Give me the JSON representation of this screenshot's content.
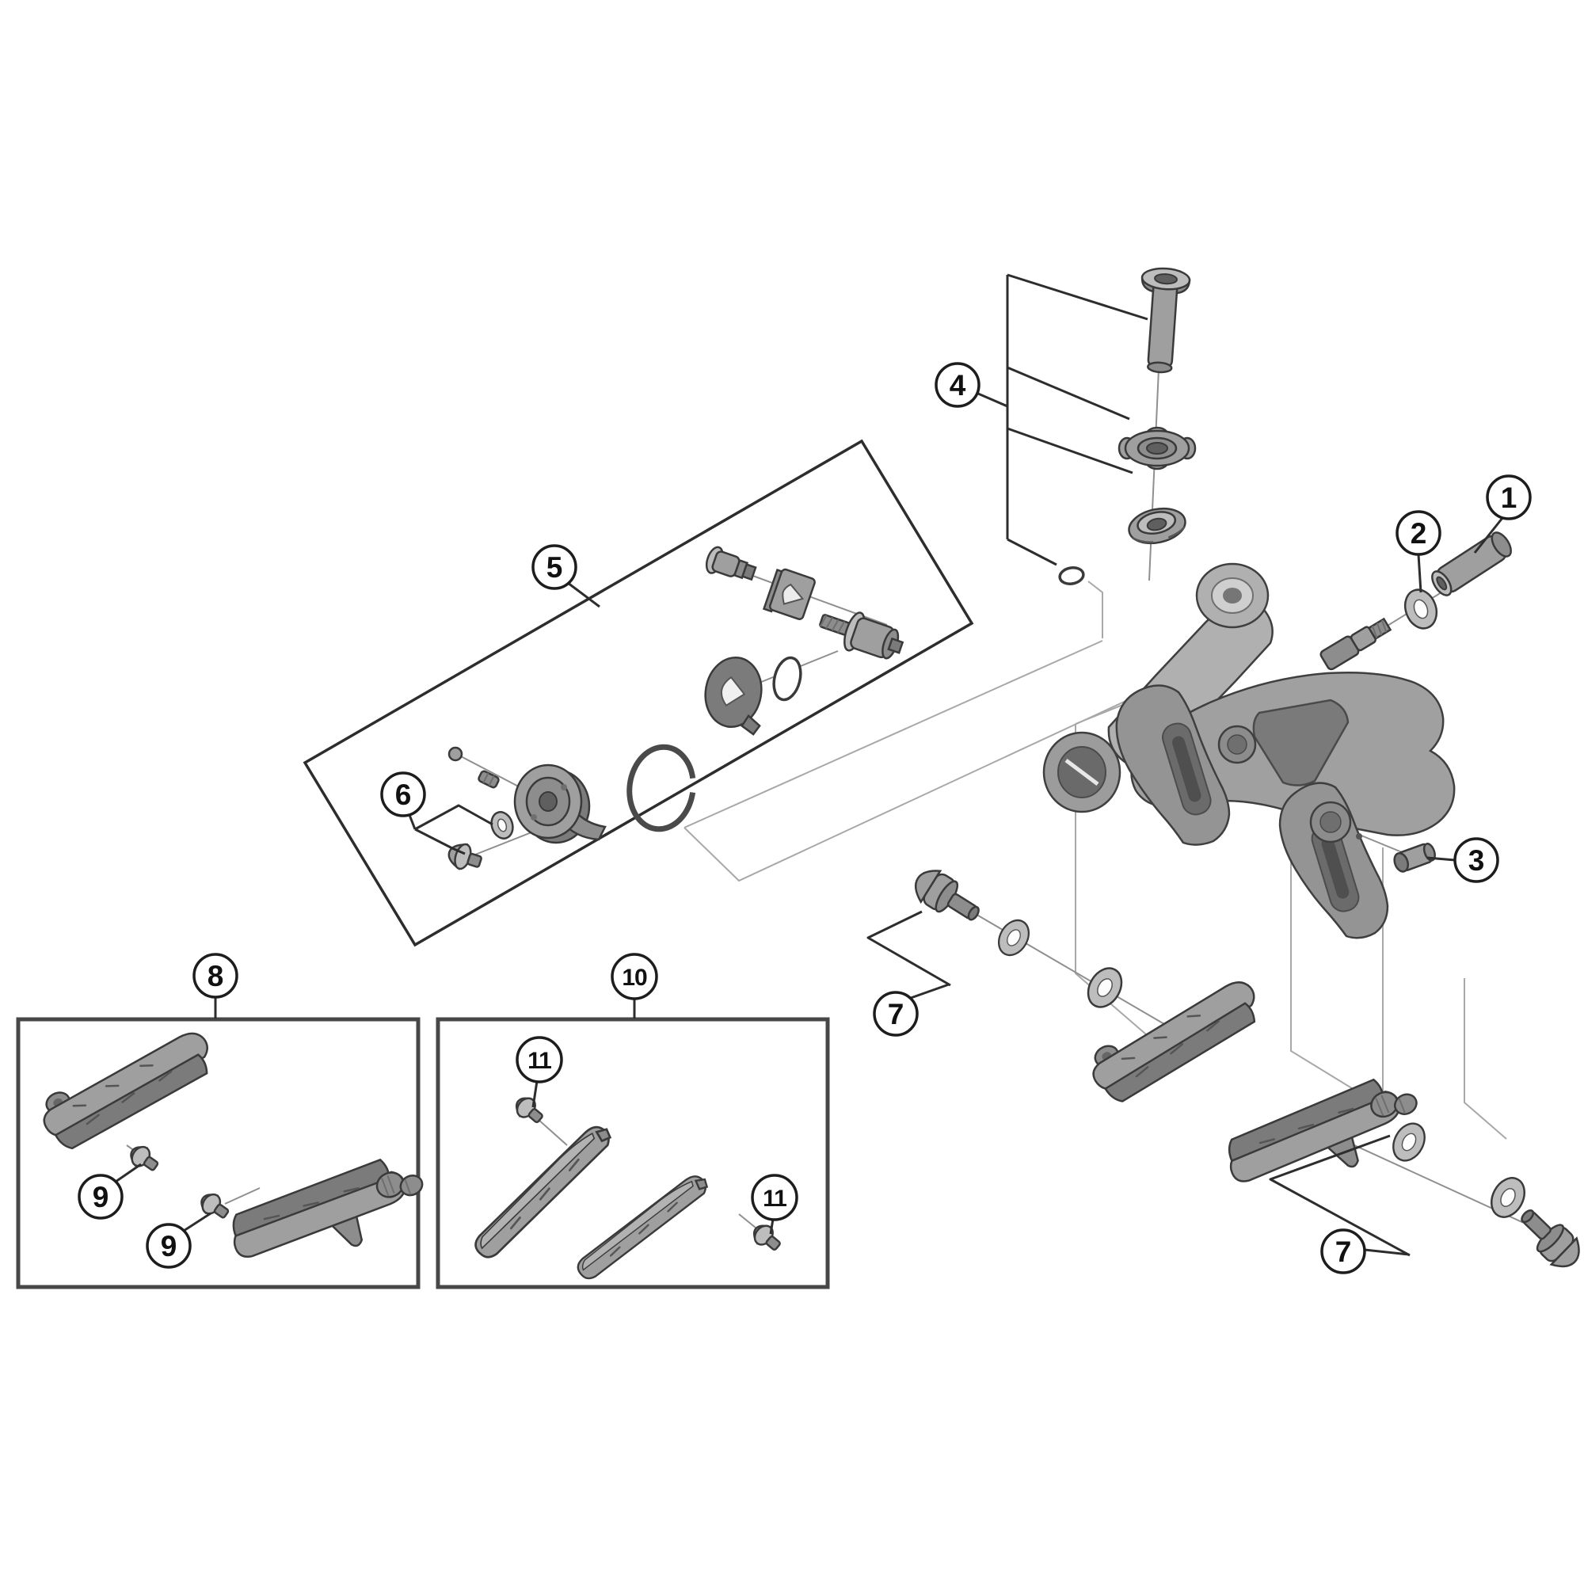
{
  "diagram": {
    "type": "exploded-parts-diagram",
    "subject": "dual-pivot-road-brake-caliper",
    "background_color": "#ffffff",
    "line_color": "#2d2d2d",
    "phantom_line_color": "#a8a8a8",
    "part_fill_color": "#9f9f9f",
    "callout_text_color": "#111111"
  },
  "callouts": [
    {
      "label": "1",
      "part": "pivot-sleeve-nut"
    },
    {
      "label": "2",
      "part": "pivot-washer"
    },
    {
      "label": "3",
      "part": "arm-set-screw"
    },
    {
      "label": "4",
      "part": "mounting-bolt-group"
    },
    {
      "label": "5",
      "part": "quick-release-assembly-box"
    },
    {
      "label": "6",
      "part": "adjust-screw-and-washer"
    },
    {
      "label": "7",
      "part": "shoe-fixing-bolt-and-washers-upper"
    },
    {
      "label": "7",
      "part": "shoe-fixing-bolt-and-washers-lower"
    },
    {
      "label": "8",
      "part": "brake-shoe-set-box"
    },
    {
      "label": "9",
      "part": "pad-fixing-screw-a"
    },
    {
      "label": "9",
      "part": "pad-fixing-screw-b"
    },
    {
      "label": "10",
      "part": "pad-insert-set-box"
    },
    {
      "label": "11",
      "part": "insert-fixing-screw-a"
    },
    {
      "label": "11",
      "part": "insert-fixing-screw-b"
    }
  ]
}
